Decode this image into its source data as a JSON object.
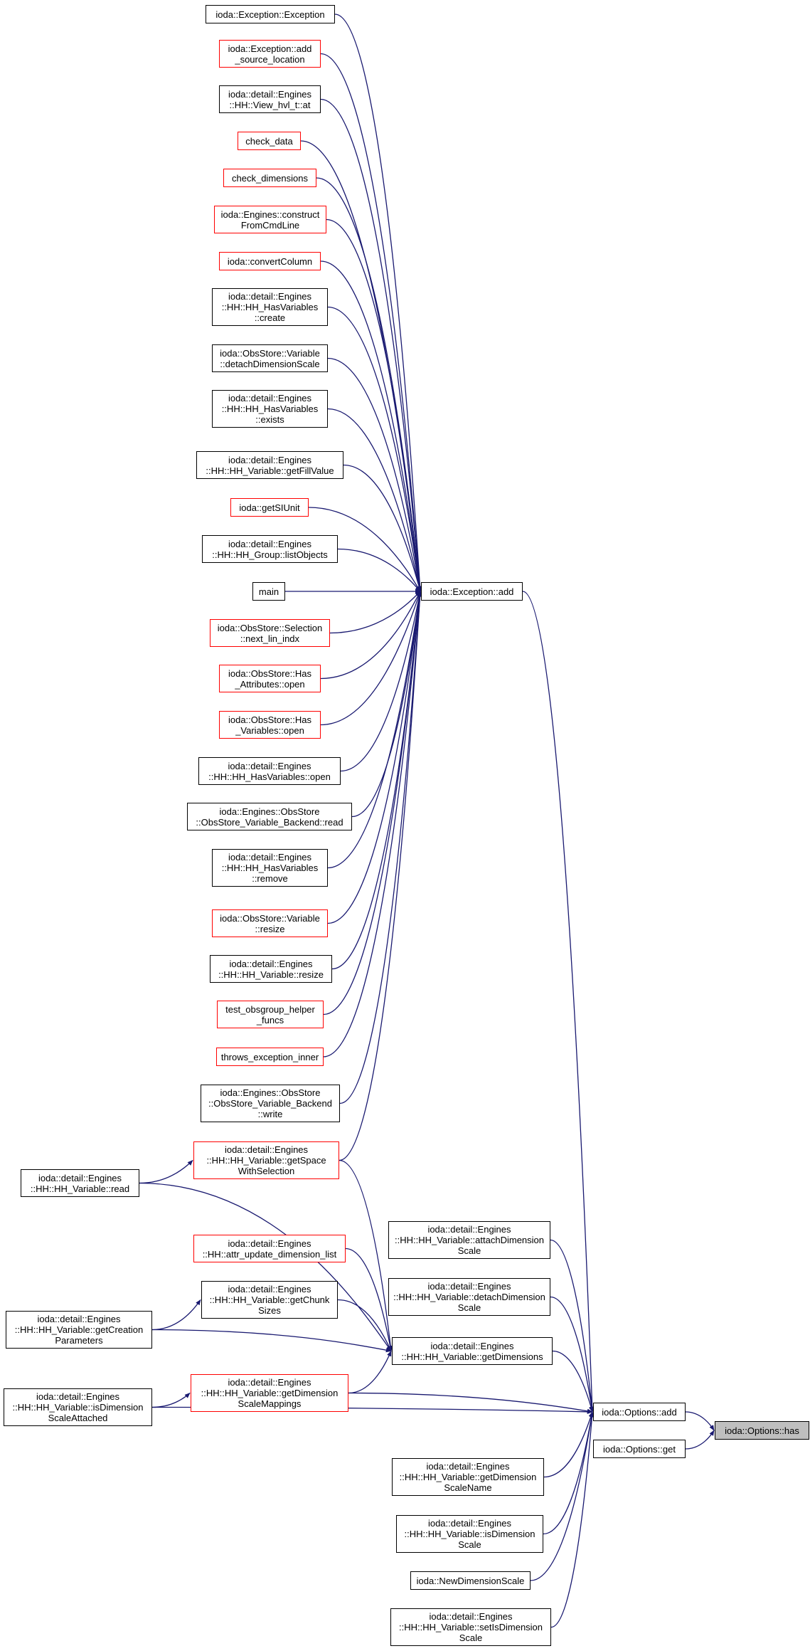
{
  "graph": {
    "edge_color": "#191970",
    "nodes": {
      "exception_ctor": {
        "label": "ioda::Exception::Exception",
        "border": "#000000"
      },
      "add_source_loc": {
        "label": "ioda::Exception::add\n_source_location",
        "border": "#ff0000"
      },
      "view_hvl_at": {
        "label": "ioda::detail::Engines\n::HH::View_hvl_t::at",
        "border": "#000000"
      },
      "check_data": {
        "label": "check_data",
        "border": "#ff0000"
      },
      "check_dims": {
        "label": "check_dimensions",
        "border": "#ff0000"
      },
      "construct_cmd": {
        "label": "ioda::Engines::construct\nFromCmdLine",
        "border": "#ff0000"
      },
      "convert_column": {
        "label": "ioda::convertColumn",
        "border": "#ff0000"
      },
      "hasvars_create": {
        "label": "ioda::detail::Engines\n::HH::HH_HasVariables\n::create",
        "border": "#000000"
      },
      "detach_dim_scale": {
        "label": "ioda::ObsStore::Variable\n::detachDimensionScale",
        "border": "#000000"
      },
      "hasvars_exists": {
        "label": "ioda::detail::Engines\n::HH::HH_HasVariables\n::exists",
        "border": "#000000"
      },
      "get_fill_value": {
        "label": "ioda::detail::Engines\n::HH::HH_Variable::getFillValue",
        "border": "#000000"
      },
      "get_si_unit": {
        "label": "ioda::getSIUnit",
        "border": "#ff0000"
      },
      "list_objects": {
        "label": "ioda::detail::Engines\n::HH::HH_Group::listObjects",
        "border": "#000000"
      },
      "main": {
        "label": "main",
        "border": "#000000"
      },
      "next_lin_indx": {
        "label": "ioda::ObsStore::Selection\n::next_lin_indx",
        "border": "#ff0000"
      },
      "has_attr_open": {
        "label": "ioda::ObsStore::Has\n_Attributes::open",
        "border": "#ff0000"
      },
      "has_vars_open": {
        "label": "ioda::ObsStore::Has\n_Variables::open",
        "border": "#ff0000"
      },
      "hh_hasvars_open": {
        "label": "ioda::detail::Engines\n::HH::HH_HasVariables::open",
        "border": "#000000"
      },
      "backend_read": {
        "label": "ioda::Engines::ObsStore\n::ObsStore_Variable_Backend::read",
        "border": "#000000"
      },
      "hasvars_remove": {
        "label": "ioda::detail::Engines\n::HH::HH_HasVariables\n::remove",
        "border": "#000000"
      },
      "var_resize": {
        "label": "ioda::ObsStore::Variable\n::resize",
        "border": "#ff0000"
      },
      "hh_var_resize": {
        "label": "ioda::detail::Engines\n::HH::HH_Variable::resize",
        "border": "#000000"
      },
      "test_obsgroup": {
        "label": "test_obsgroup_helper\n_funcs",
        "border": "#ff0000"
      },
      "throws_inner": {
        "label": "throws_exception_inner",
        "border": "#ff0000"
      },
      "backend_write": {
        "label": "ioda::Engines::ObsStore\n::ObsStore_Variable_Backend\n::write",
        "border": "#000000"
      },
      "exception_add": {
        "label": "ioda::Exception::add",
        "border": "#000000"
      },
      "hh_var_read": {
        "label": "ioda::detail::Engines\n::HH::HH_Variable::read",
        "border": "#000000"
      },
      "get_space_sel": {
        "label": "ioda::detail::Engines\n::HH::HH_Variable::getSpace\nWithSelection",
        "border": "#ff0000"
      },
      "attr_update_dim": {
        "label": "ioda::detail::Engines\n::HH::attr_update_dimension_list",
        "border": "#ff0000"
      },
      "get_chunk_sizes": {
        "label": "ioda::detail::Engines\n::HH::HH_Variable::getChunk\nSizes",
        "border": "#000000"
      },
      "get_creation": {
        "label": "ioda::detail::Engines\n::HH::HH_Variable::getCreation\nParameters",
        "border": "#000000"
      },
      "get_dimensions": {
        "label": "ioda::detail::Engines\n::HH::HH_Variable::getDimensions",
        "border": "#000000"
      },
      "attach_dim": {
        "label": "ioda::detail::Engines\n::HH::HH_Variable::attachDimension\nScale",
        "border": "#000000"
      },
      "detach_dim": {
        "label": "ioda::detail::Engines\n::HH::HH_Variable::detachDimension\nScale",
        "border": "#000000"
      },
      "get_dim_scale_map": {
        "label": "ioda::detail::Engines\n::HH::HH_Variable::getDimension\nScaleMappings",
        "border": "#ff0000"
      },
      "is_dim_scale_att": {
        "label": "ioda::detail::Engines\n::HH::HH_Variable::isDimension\nScaleAttached",
        "border": "#000000"
      },
      "options_add": {
        "label": "ioda::Options::add",
        "border": "#000000"
      },
      "options_has": {
        "label": "ioda::Options::has",
        "border": "#000000"
      },
      "options_get": {
        "label": "ioda::Options::get",
        "border": "#000000"
      },
      "get_dim_scale_name": {
        "label": "ioda::detail::Engines\n::HH::HH_Variable::getDimension\nScaleName",
        "border": "#000000"
      },
      "is_dim_scale": {
        "label": "ioda::detail::Engines\n::HH::HH_Variable::isDimension\nScale",
        "border": "#000000"
      },
      "new_dim_scale": {
        "label": "ioda::NewDimensionScale",
        "border": "#000000"
      },
      "set_is_dim_scale": {
        "label": "ioda::detail::Engines\n::HH::HH_Variable::setIsDimension\nScale",
        "border": "#000000"
      }
    },
    "edges": [
      [
        "exception_ctor",
        "exception_add"
      ],
      [
        "add_source_loc",
        "exception_add"
      ],
      [
        "view_hvl_at",
        "exception_add"
      ],
      [
        "check_data",
        "exception_add"
      ],
      [
        "check_dims",
        "exception_add"
      ],
      [
        "construct_cmd",
        "exception_add"
      ],
      [
        "convert_column",
        "exception_add"
      ],
      [
        "hasvars_create",
        "exception_add"
      ],
      [
        "detach_dim_scale",
        "exception_add"
      ],
      [
        "hasvars_exists",
        "exception_add"
      ],
      [
        "get_fill_value",
        "exception_add"
      ],
      [
        "get_si_unit",
        "exception_add"
      ],
      [
        "list_objects",
        "exception_add"
      ],
      [
        "main",
        "exception_add"
      ],
      [
        "next_lin_indx",
        "exception_add"
      ],
      [
        "has_attr_open",
        "exception_add"
      ],
      [
        "has_vars_open",
        "exception_add"
      ],
      [
        "hh_hasvars_open",
        "exception_add"
      ],
      [
        "backend_read",
        "exception_add"
      ],
      [
        "hasvars_remove",
        "exception_add"
      ],
      [
        "var_resize",
        "exception_add"
      ],
      [
        "hh_var_resize",
        "exception_add"
      ],
      [
        "test_obsgroup",
        "exception_add"
      ],
      [
        "throws_inner",
        "exception_add"
      ],
      [
        "backend_write",
        "exception_add"
      ],
      [
        "get_space_sel",
        "exception_add"
      ],
      [
        "exception_add",
        "options_add"
      ],
      [
        "hh_var_read",
        "get_space_sel"
      ],
      [
        "hh_var_read",
        "get_dimensions"
      ],
      [
        "get_space_sel",
        "get_dimensions"
      ],
      [
        "attr_update_dim",
        "get_dimensions"
      ],
      [
        "get_chunk_sizes",
        "get_dimensions"
      ],
      [
        "get_creation",
        "get_chunk_sizes"
      ],
      [
        "get_creation",
        "get_dimensions"
      ],
      [
        "get_dim_scale_map",
        "get_dimensions"
      ],
      [
        "get_dim_scale_map",
        "options_add"
      ],
      [
        "is_dim_scale_att",
        "get_dim_scale_map"
      ],
      [
        "is_dim_scale_att",
        "options_add"
      ],
      [
        "get_dimensions",
        "options_add"
      ],
      [
        "attach_dim",
        "options_add"
      ],
      [
        "detach_dim",
        "options_add"
      ],
      [
        "get_dim_scale_name",
        "options_add"
      ],
      [
        "is_dim_scale",
        "options_add"
      ],
      [
        "new_dim_scale",
        "options_add"
      ],
      [
        "set_is_dim_scale",
        "options_add"
      ],
      [
        "options_add",
        "options_has"
      ],
      [
        "options_get",
        "options_has"
      ]
    ]
  }
}
